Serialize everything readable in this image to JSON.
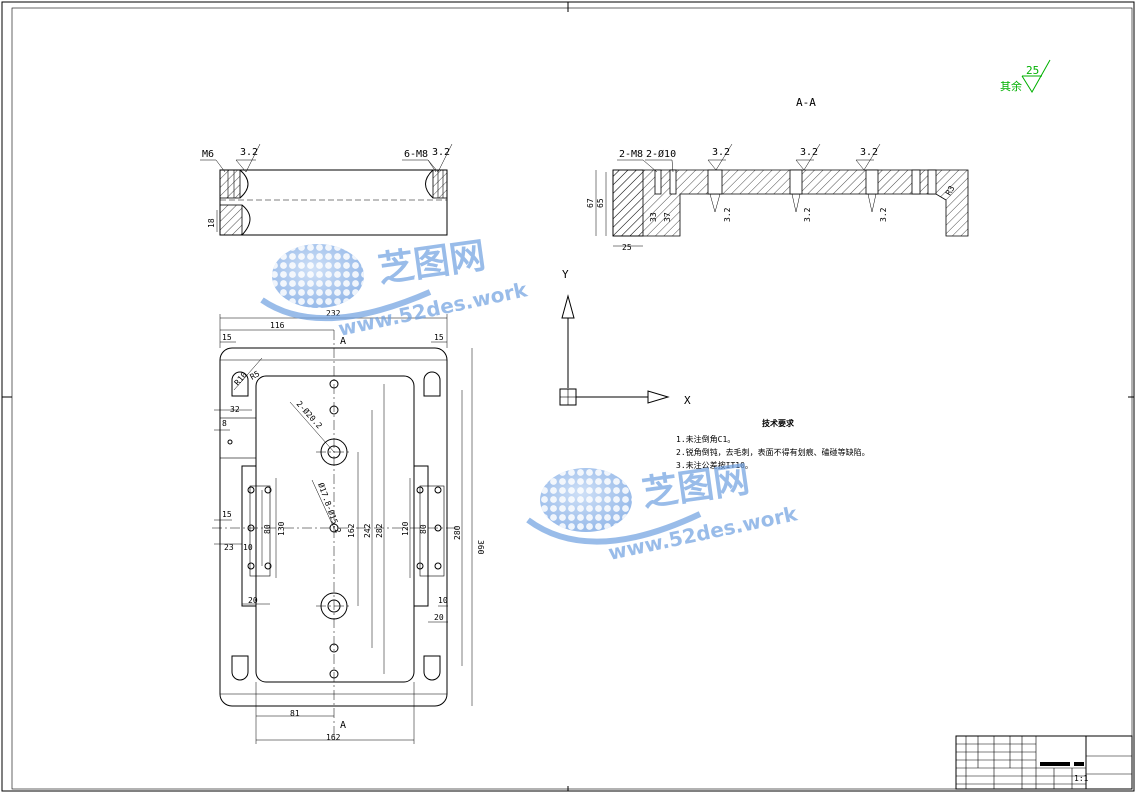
{
  "colors": {
    "line": "#000000",
    "roughness_symbol": "#00b000",
    "watermark": "#6fa0e0"
  },
  "roughness_general": {
    "label": "其余",
    "value": "25"
  },
  "section": {
    "title": "A-A",
    "callouts": [
      "2-M8",
      "2-Ø10",
      "3.2",
      "3.2",
      "3.2"
    ],
    "dims": [
      "67",
      "65",
      "33",
      "37",
      "25",
      "3.2",
      "3.2",
      "3.2",
      "R3"
    ]
  },
  "top_view": {
    "callouts": [
      "M6",
      "3.2",
      "6-M8",
      "3.2"
    ],
    "dims": [
      "18"
    ]
  },
  "plan_view": {
    "section_mark": "A",
    "dims": {
      "top_total": "232",
      "top_half": "116",
      "left_edge": "15",
      "right_edge": "15",
      "corner_r1": "R10",
      "corner_r2": "R5",
      "dim_32": "32",
      "dim_8": "8",
      "dim_15": "15",
      "dim_23": "23",
      "dim_10": "10",
      "dim_20_left": "20",
      "dim_80": "80",
      "dim_130_left": "130",
      "hole_callout_1": "2-Ø20.2",
      "hole_callout_2": "Ø17.8-Ø15.2",
      "dim_162_mid": "162",
      "dim_242": "242",
      "dim_282": "282",
      "dim_120_right": "120",
      "dim_80_right": "80",
      "dim_10_right": "10",
      "dim_20_right": "20",
      "dim_280": "280",
      "dim_360": "360",
      "dim_81": "81",
      "bottom_total": "162"
    }
  },
  "axes": {
    "y": "Y",
    "x": "X"
  },
  "tech_requirements": {
    "title": "技术要求",
    "items": [
      "1.未注倒角C1。",
      "2.锐角倒钝，去毛刺，表面不得有划痕、磕碰等缺陷。",
      "3.未注公差按IT10。"
    ]
  },
  "watermark": {
    "brand": "芝图网",
    "url": "www.52des.work"
  },
  "title_block": {
    "scale": "1:1"
  }
}
